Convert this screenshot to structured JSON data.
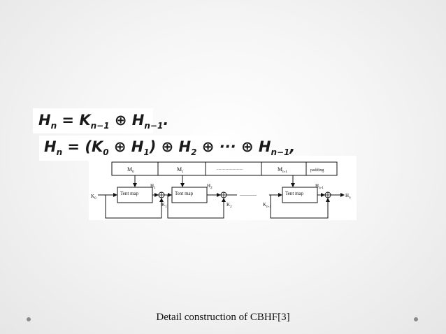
{
  "formulas": {
    "line1": {
      "lhs": "H",
      "lhs_sub": "n",
      "eq": " = K",
      "k_sub": "n−1",
      "op": " ⊕ H",
      "h_sub": "n−1",
      "end": "."
    },
    "line2": {
      "lhs": "H",
      "lhs_sub": "n",
      "part1": " = (K",
      "k0": "0",
      "part2": " ⊕ H",
      "h1": "1",
      "part3": ") ⊕ H",
      "h2": "2",
      "part4": " ⊕ ··· ⊕ H",
      "hn1": "n−1",
      "end": ","
    }
  },
  "diagram": {
    "message_blocks": [
      "M",
      "M",
      "",
      "M"
    ],
    "message_subs": [
      "0",
      "1",
      "",
      "n-1"
    ],
    "dots": "..............................",
    "padding_label": "padding",
    "tent_map_label": "Tent map",
    "k0": "K",
    "k0_sub": "0",
    "h_labels": [
      {
        "t": "H",
        "s": "1"
      },
      {
        "t": "H",
        "s": "2"
      },
      {
        "t": "H",
        "s": "n-1"
      }
    ],
    "hn": "H",
    "hn_sub": "n",
    "k_labels": [
      {
        "t": "K",
        "s": "1"
      },
      {
        "t": "K",
        "s": "2"
      },
      {
        "t": "K",
        "s": "n-1"
      }
    ],
    "ellipsis": "------------"
  },
  "caption": "Detail construction of CBHF[3]"
}
